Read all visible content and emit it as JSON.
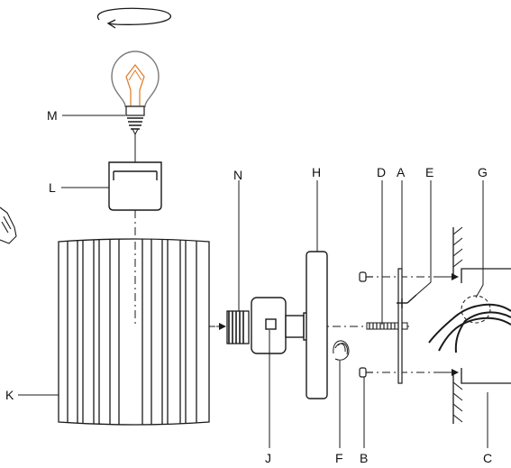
{
  "colors": {
    "line": "#1a1a1a",
    "bulb_outline": "#7a7a7a",
    "filament": "#e07a20",
    "background": "#ffffff"
  },
  "labels": {
    "A": "A",
    "B": "B",
    "C": "C",
    "D": "D",
    "E": "E",
    "F": "F",
    "G": "G",
    "H": "H",
    "J": "J",
    "K": "K",
    "L": "L",
    "M": "M",
    "N": "N"
  },
  "icons": [
    "rotation-arrow-icon",
    "light-bulb-icon",
    "hand-icon"
  ]
}
